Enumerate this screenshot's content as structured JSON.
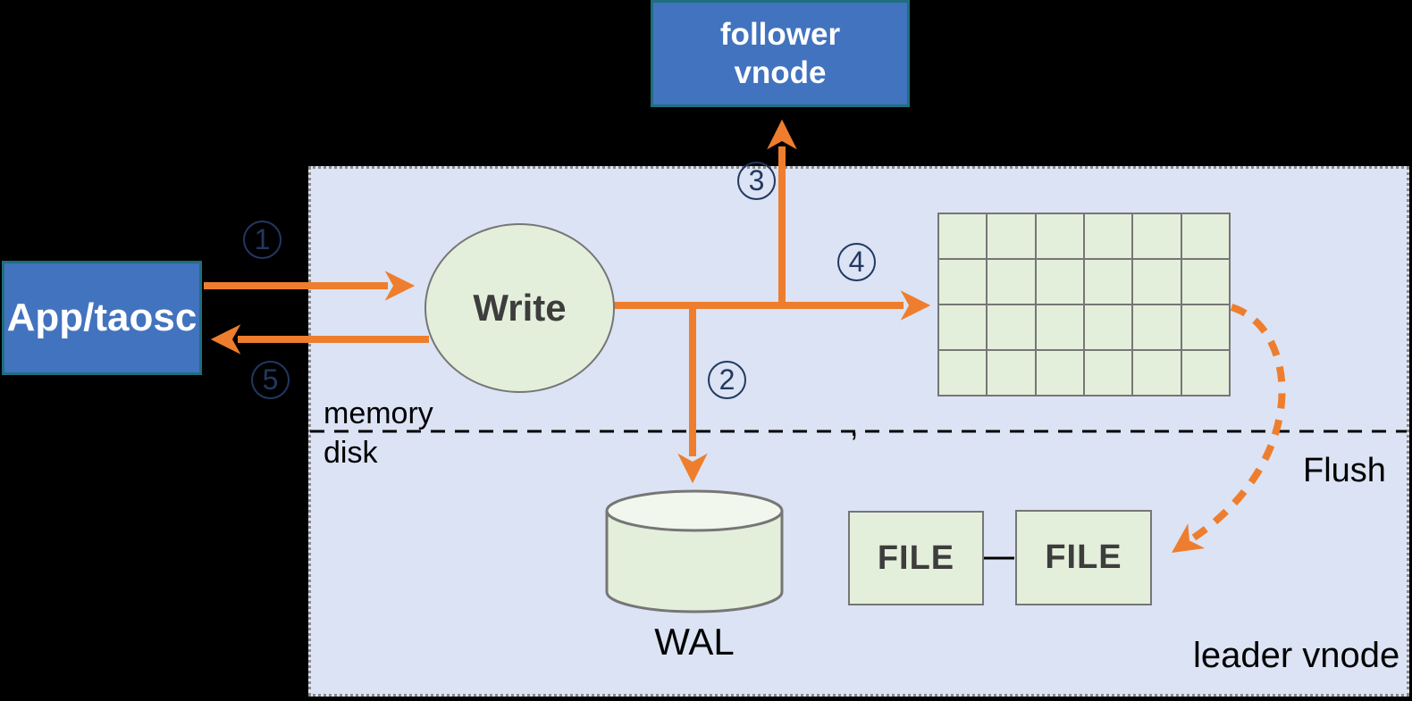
{
  "colors": {
    "node_blue": "#4273BF",
    "node_blue_border": "#1F6E80",
    "container_fill": "#DBE3F4",
    "container_border": "#8a8a8a",
    "green_fill": "#E4EFDB",
    "green_top_fill": "#F1F7EC",
    "green_border": "#767676",
    "arrow_orange": "#EE7E2D",
    "step_navy": "#223860",
    "text_dark": "#3D3D3D",
    "label_black": "#000000"
  },
  "nodes": {
    "follower_vnode": {
      "line1": "follower",
      "line2": "vnode"
    },
    "app_client": {
      "label": "App/taosc"
    },
    "write_process": {
      "label": "Write"
    },
    "wal": {
      "label": "WAL"
    },
    "file_left": {
      "label": "FILE"
    },
    "file_right": {
      "label": "FILE"
    }
  },
  "labels": {
    "memory": "memory",
    "disk": "disk",
    "flush": "Flush",
    "leader_vnode": "leader vnode",
    "stray_mark": ","
  },
  "steps": {
    "s1": "1",
    "s2": "2",
    "s3": "3",
    "s4": "4",
    "s5": "5"
  },
  "memtable_grid": {
    "rows": 4,
    "cols": 6
  }
}
